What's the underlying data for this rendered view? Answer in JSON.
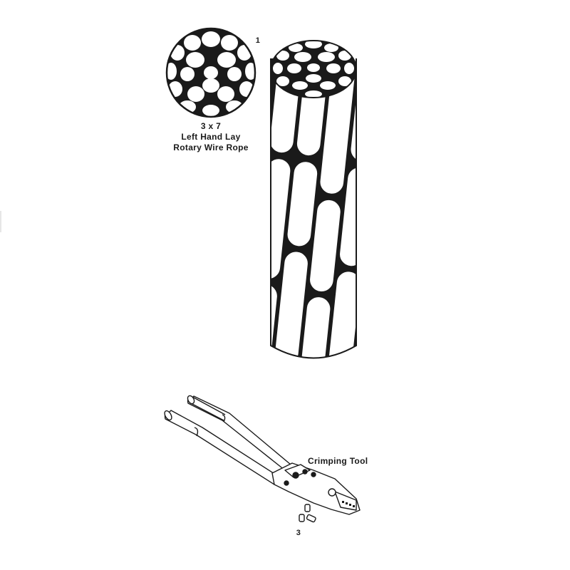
{
  "figure": {
    "cross_section": {
      "callout_number": "1",
      "caption_line1": "3 x 7",
      "caption_line2": "Left Hand Lay",
      "caption_line3": "Rotary Wire Rope"
    },
    "rope_illustration": {
      "description": "wire-rope-segment"
    },
    "crimping_tool": {
      "label": "Crimping Tool",
      "sleeves_callout_number": "3"
    },
    "colors": {
      "ink": "#1a1a1a",
      "background": "#ffffff"
    }
  }
}
